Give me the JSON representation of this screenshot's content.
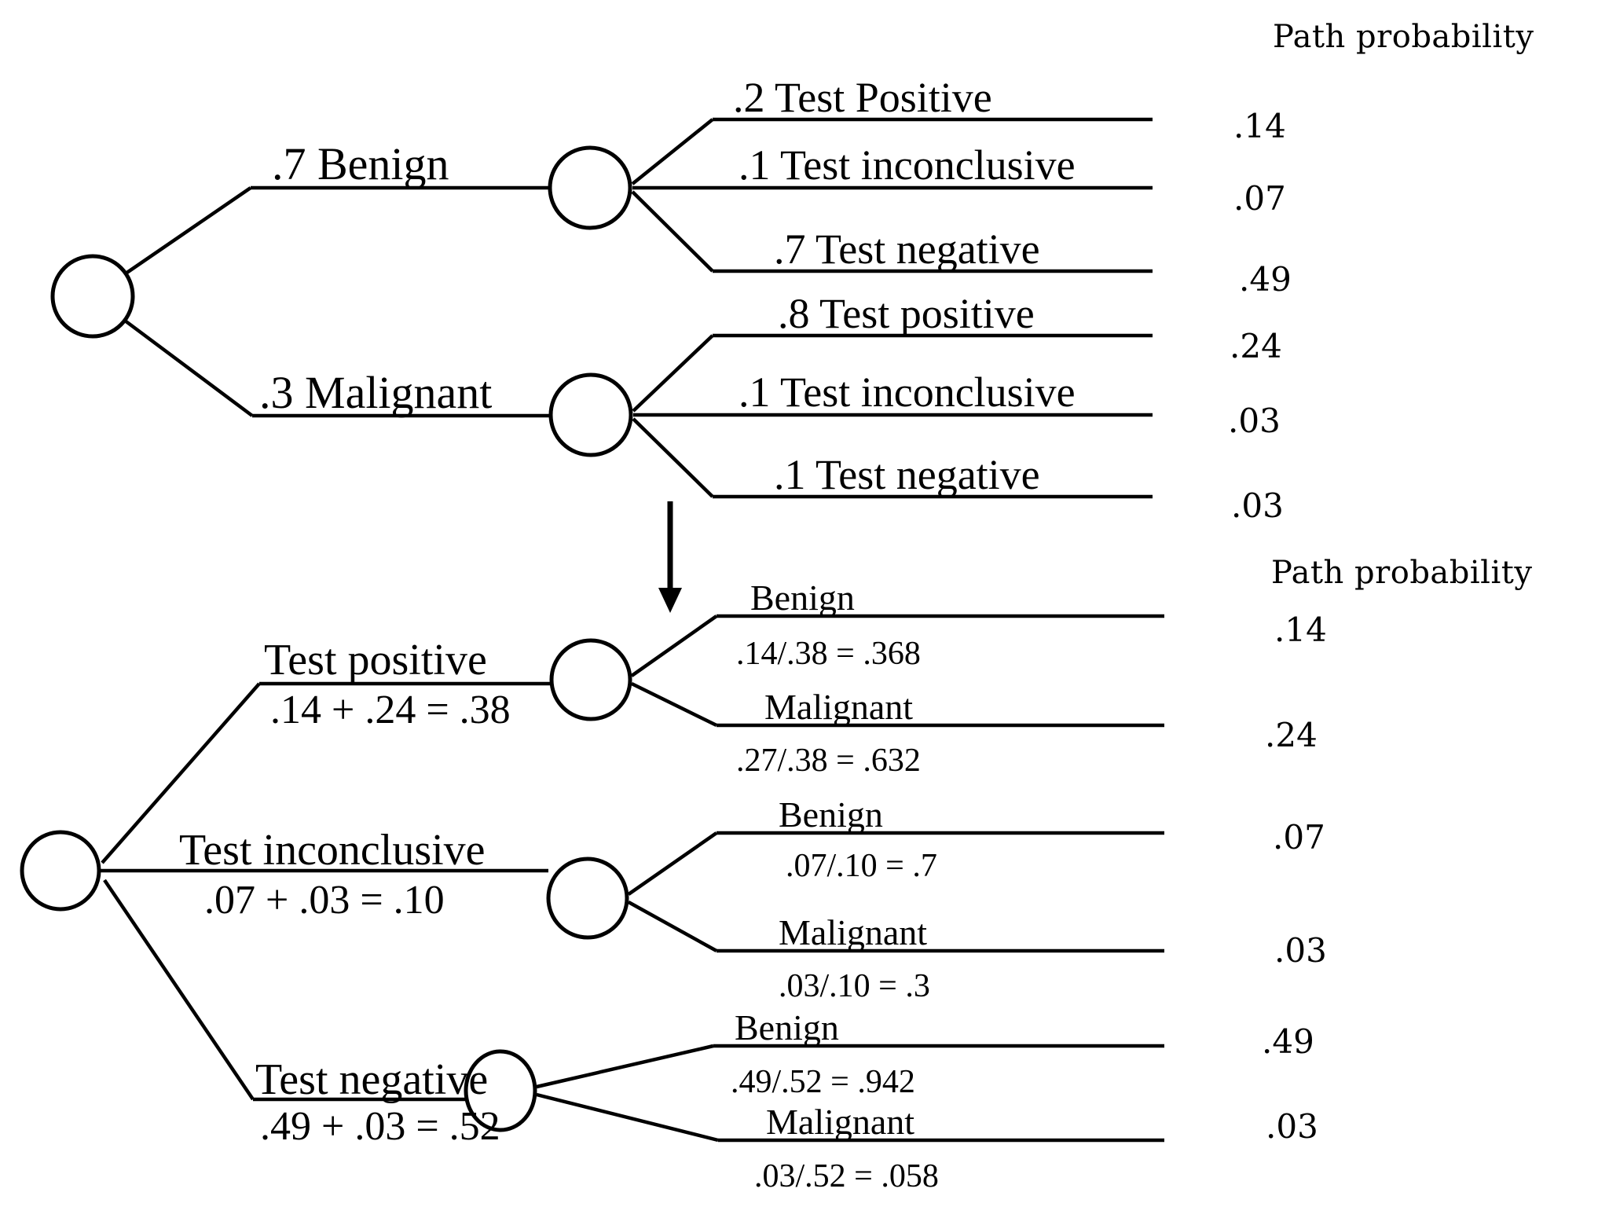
{
  "top_tree": {
    "header": "Path probability",
    "branches": [
      {
        "label": ".7 Benign",
        "children": [
          {
            "label": ".2 Test Positive",
            "path_probability": ".14"
          },
          {
            "label": ".1 Test inconclusive",
            "path_probability": ".07"
          },
          {
            "label": ".7 Test negative",
            "path_probability": ".49"
          }
        ]
      },
      {
        "label": ".3 Malignant",
        "children": [
          {
            "label": ".8 Test positive",
            "path_probability": ".24"
          },
          {
            "label": ".1 Test inconclusive",
            "path_probability": ".03"
          },
          {
            "label": ".1 Test negative",
            "path_probability": ".03"
          }
        ]
      }
    ]
  },
  "bottom_tree": {
    "header": "Path probability",
    "branches": [
      {
        "label": "Test positive",
        "formula": ".14 + .24 = .38",
        "children": [
          {
            "label": "Benign",
            "formula": ".14/.38 = .368",
            "path_probability": ".14"
          },
          {
            "label": "Malignant",
            "formula": ".27/.38 = .632",
            "path_probability": ".24"
          }
        ]
      },
      {
        "label": "Test inconclusive",
        "formula": ".07 + .03 = .10",
        "children": [
          {
            "label": "Benign",
            "formula": ".07/.10 = .7",
            "path_probability": ".07"
          },
          {
            "label": "Malignant",
            "formula": ".03/.10 = .3",
            "path_probability": ".03"
          }
        ]
      },
      {
        "label": "Test negative",
        "formula": ".49 + .03 = .52",
        "children": [
          {
            "label": "Benign",
            "formula": ".49/.52 = .942",
            "path_probability": ".49"
          },
          {
            "label": "Malignant",
            "formula": ".03/.52 = .058",
            "path_probability": ".03"
          }
        ]
      }
    ]
  },
  "colors": {
    "ink": "#000000",
    "background": "#ffffff"
  }
}
